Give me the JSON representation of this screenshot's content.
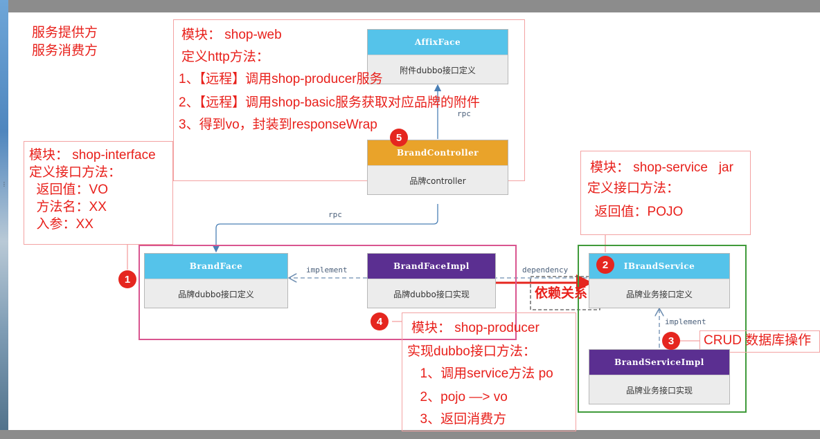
{
  "notes": {
    "service_roles": [
      "服务提供方",
      "服务消费方"
    ],
    "shop_web": [
      "模块： shop-web",
      "定义http方法：",
      "1、【远程】调用shop-producer服务",
      "2、【远程】调用shop-basic服务获取对应品牌的附件",
      "3、得到vo，封装到responseWrap"
    ],
    "shop_interface": [
      "模块： shop-interface",
      "定义接口方法：",
      "  返回值：VO",
      "  方法名：XX",
      "  入参：XX"
    ],
    "shop_service": [
      "模块： shop-service   jar",
      "定义接口方法：",
      "  返回值：POJO"
    ],
    "shop_producer": [
      "模块： shop-producer",
      "实现dubbo接口方法：",
      "  1、调用service方法 po",
      "  2、pojo —> vo",
      "  3、返回消费方"
    ],
    "dependency_note": "依赖关系",
    "crud_note": "CRUD 数据库操作"
  },
  "classes": {
    "affixface": {
      "name": "AffixFace",
      "desc": "附件dubbo接口定义"
    },
    "brandcontroller": {
      "name": "BrandController",
      "desc": "品牌controller"
    },
    "brandface": {
      "name": "BrandFace",
      "desc": "品牌dubbo接口定义"
    },
    "brandfaceimpl": {
      "name": "BrandFaceImpl",
      "desc": "品牌dubbo接口实现"
    },
    "ibrandservice": {
      "name": "IBrandService",
      "desc": "品牌业务接口定义"
    },
    "brandserviceimpl": {
      "name": "BrandServiceImpl",
      "desc": "品牌业务接口实现"
    }
  },
  "edges": {
    "rpc_top": "rpc",
    "rpc_mid": "rpc",
    "implement_left": "implement",
    "dependency": "dependency",
    "implement_right": "implement"
  },
  "badges": [
    "1",
    "2",
    "3",
    "4",
    "5"
  ],
  "colors": {
    "annotation_red": "#e8201b",
    "header_blue": "#55c3ea",
    "header_purple": "#5b2f91",
    "header_orange": "#e9a32a",
    "group_pink": "#d9558f",
    "group_green": "#3f9a3a"
  }
}
